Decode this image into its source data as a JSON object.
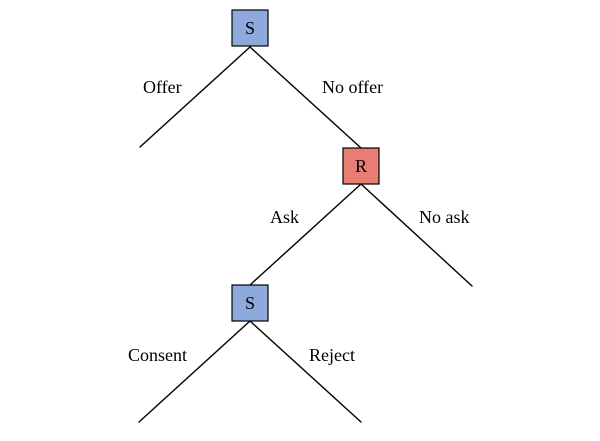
{
  "colors": {
    "sender_node": "#8ea9db",
    "receiver_node": "#e87d74",
    "edge": "#000000"
  },
  "nodes": {
    "root": {
      "label": "S",
      "player": "sender"
    },
    "receiver": {
      "label": "R",
      "player": "receiver"
    },
    "second_sender": {
      "label": "S",
      "player": "sender"
    }
  },
  "edges": {
    "offer": {
      "label": "Offer"
    },
    "no_offer": {
      "label": "No offer"
    },
    "ask": {
      "label": "Ask"
    },
    "no_ask": {
      "label": "No ask"
    },
    "consent": {
      "label": "Consent"
    },
    "reject": {
      "label": "Reject"
    }
  }
}
